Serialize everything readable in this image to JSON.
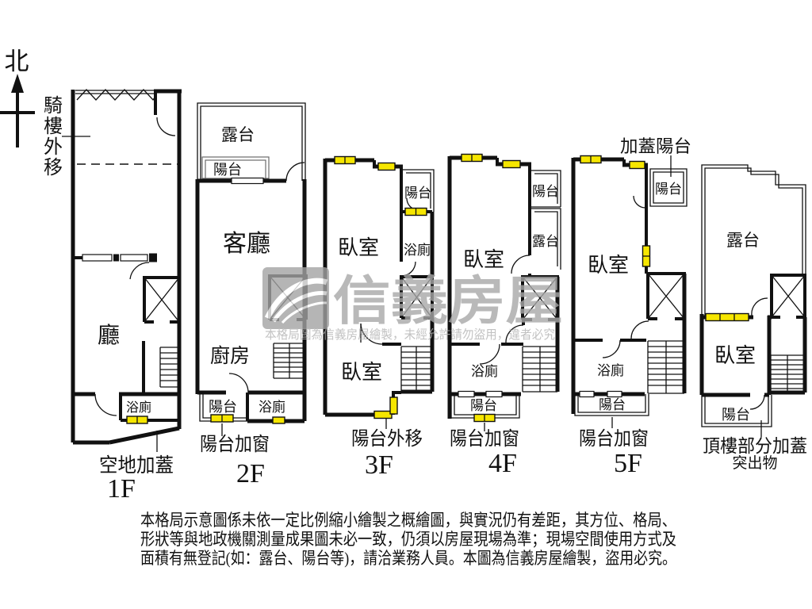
{
  "compass": {
    "north": "北"
  },
  "floors": {
    "f1": {
      "label": "1F",
      "hall": "廳",
      "bath": "浴廁",
      "annotation_arcade": "騎樓外移",
      "annotation_ground": "空地加蓋"
    },
    "f2": {
      "label": "2F",
      "terrace": "露台",
      "balcony_top": "陽台",
      "living": "客廳",
      "kitchen": "廚房",
      "balcony_bottom": "陽台",
      "bath": "浴廁",
      "annotation": "陽台加窗"
    },
    "f3": {
      "label": "3F",
      "bedroom_top": "臥室",
      "balcony_top": "陽台",
      "bath": "浴廁",
      "bedroom_bottom": "臥室",
      "annotation": "陽台外移"
    },
    "f4": {
      "label": "4F",
      "bedroom": "臥室",
      "balcony_top": "陽台",
      "terrace": "露台",
      "bath": "浴廁",
      "balcony_bottom": "陽台",
      "annotation": "陽台加窗"
    },
    "f5": {
      "label": "5F",
      "bedroom": "臥室",
      "balcony_top": "陽台",
      "bath": "浴廁",
      "balcony_bottom": "陽台",
      "annotation_top": "加蓋陽台",
      "annotation": "陽台加窗"
    },
    "roof": {
      "terrace": "露台",
      "bedroom": "臥室",
      "balcony": "陽台",
      "annotation_line1": "頂樓部分加蓋",
      "annotation_line2": "突出物"
    }
  },
  "watermark": {
    "brand": "信義房屋",
    "notice": "本格局圖為信義房屋繪製，未經允許請勿盜用，違者必究"
  },
  "disclaimer": {
    "line1": "本格局示意圖係未依一定比例縮小繪製之概繪圖，與實況仍有差距，其方位、格局、",
    "line2": "形狀等與地政機關測量成果圖未必一致，仍須以房屋現場為準；現場空間使用方式及",
    "line3": "面積有無登記(如：露台、陽台等)，請洽業務人員。本圖為信義房屋繪製，盜用必究。"
  },
  "colors": {
    "wall": "#111111",
    "window": "#f6e600",
    "watermark": "#ababab"
  }
}
